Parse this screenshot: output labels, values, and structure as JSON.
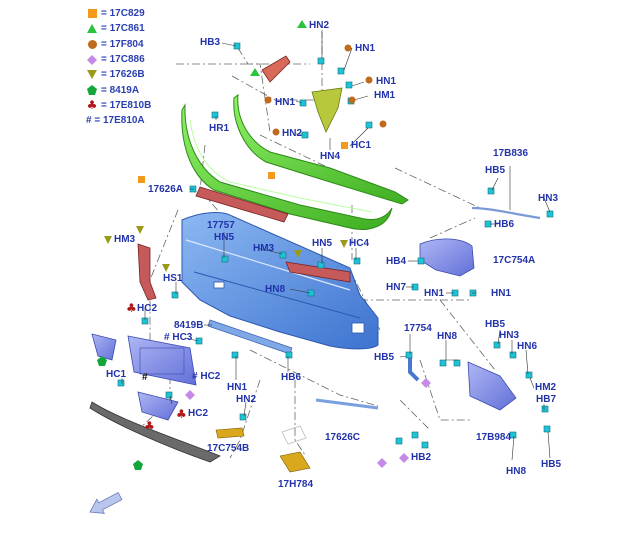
{
  "colors": {
    "label": "#2233aa",
    "leader": "#444444",
    "orange": "#f39a1c",
    "green_tri": "#27c43c",
    "brown": "#c06a1e",
    "violet": "#c58ae6",
    "olive": "#9a9a1a",
    "hexgreen": "#14a63b",
    "club": "#b01818",
    "clip": "#1ec3d6",
    "bumper_blue": "#5a90e0",
    "valance_green": "#63d63a",
    "red_part": "#c65a5a",
    "bracket_olive": "#b8c83c",
    "gold": "#d9a81c",
    "dark_grey": "#6a6a6a"
  },
  "legend": [
    {
      "symbol": "orange-square",
      "label": "= 17C829"
    },
    {
      "symbol": "green-triangle",
      "label": "= 17C861"
    },
    {
      "symbol": "brown-circle",
      "label": "= 17F804"
    },
    {
      "symbol": "violet-diamond",
      "label": "= 17C886"
    },
    {
      "symbol": "olive-triangle-down",
      "label": "= 17626B"
    },
    {
      "symbol": "green-pentagon",
      "label": "= 8419A"
    },
    {
      "symbol": "red-club",
      "label": "= 17E810B"
    },
    {
      "symbol": "hash",
      "label": "# = 17E810A"
    }
  ],
  "callouts": [
    {
      "id": "hb3",
      "text": "HB3"
    },
    {
      "id": "hn2-top",
      "text": "HN2"
    },
    {
      "id": "hn1-a",
      "text": "HN1"
    },
    {
      "id": "hn1-b",
      "text": "HN1"
    },
    {
      "id": "hn1-c",
      "text": "HN1"
    },
    {
      "id": "hm1",
      "text": "HM1"
    },
    {
      "id": "hr1",
      "text": "HR1"
    },
    {
      "id": "hn2-mid",
      "text": "HN2"
    },
    {
      "id": "hn4",
      "text": "HN4"
    },
    {
      "id": "hc1",
      "text": "HC1"
    },
    {
      "id": "p17626a",
      "text": "17626A"
    },
    {
      "id": "p17b836",
      "text": "17B836"
    },
    {
      "id": "hb5-a",
      "text": "HB5"
    },
    {
      "id": "hn3-a",
      "text": "HN3"
    },
    {
      "id": "hb6-a",
      "text": "HB6"
    },
    {
      "id": "p17757",
      "text": "17757"
    },
    {
      "id": "hn5-a",
      "text": "HN5"
    },
    {
      "id": "hm3-a",
      "text": "HM3"
    },
    {
      "id": "hm3-b",
      "text": "HM3"
    },
    {
      "id": "hn5-b",
      "text": "HN5"
    },
    {
      "id": "hc4",
      "text": "HC4"
    },
    {
      "id": "hb4",
      "text": "HB4"
    },
    {
      "id": "p17c754a",
      "text": "17C754A"
    },
    {
      "id": "hs1",
      "text": "HS1"
    },
    {
      "id": "hn8-a",
      "text": "HN8"
    },
    {
      "id": "hn7",
      "text": "HN7"
    },
    {
      "id": "hn1-d",
      "text": "HN1"
    },
    {
      "id": "hn1-e",
      "text": "HN1"
    },
    {
      "id": "hc2-a",
      "text": "HC2"
    },
    {
      "id": "p8419b",
      "text": "8419B"
    },
    {
      "id": "hc3",
      "text": "HC3"
    },
    {
      "id": "p17754",
      "text": "17754"
    },
    {
      "id": "hb5-b",
      "text": "HB5"
    },
    {
      "id": "hn3-b",
      "text": "HN3"
    },
    {
      "id": "hn8-b",
      "text": "HN8"
    },
    {
      "id": "hn6",
      "text": "HN6"
    },
    {
      "id": "hb5-c",
      "text": "HB5"
    },
    {
      "id": "hc1-b",
      "text": "HC1"
    },
    {
      "id": "hc2-b",
      "text": "HC2"
    },
    {
      "id": "hn1-f",
      "text": "HN1"
    },
    {
      "id": "hb6-b",
      "text": "HB6"
    },
    {
      "id": "hm2",
      "text": "HM2"
    },
    {
      "id": "hb7",
      "text": "HB7"
    },
    {
      "id": "hn2-low",
      "text": "HN2"
    },
    {
      "id": "hc2-c",
      "text": "HC2"
    },
    {
      "id": "p17c754b",
      "text": "17C754B"
    },
    {
      "id": "p17626c",
      "text": "17626C"
    },
    {
      "id": "p17b984",
      "text": "17B984"
    },
    {
      "id": "hb2",
      "text": "HB2"
    },
    {
      "id": "hb5-d",
      "text": "HB5"
    },
    {
      "id": "hn8-c",
      "text": "HN8"
    },
    {
      "id": "p17h784",
      "text": "17H784"
    }
  ],
  "inline_markers": {
    "hash": "#"
  },
  "icons": {
    "view_direction": "view-direction-arrow-icon"
  }
}
